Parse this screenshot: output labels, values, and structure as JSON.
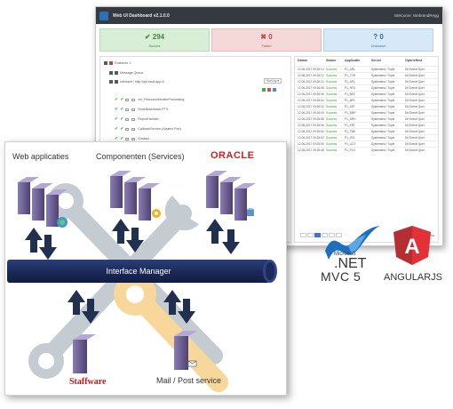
{
  "dashboard": {
    "title": "Web UI Dashboard v2.1.0.0",
    "user": "Welcome: WebrandRegg",
    "cards": [
      {
        "icon": "✔",
        "value": "294",
        "label": "Succes"
      },
      {
        "icon": "✖",
        "value": "0",
        "label": "Failed"
      },
      {
        "icon": "?",
        "value": "0",
        "label": "Unknown"
      }
    ],
    "tree": {
      "root": "Customer 1",
      "group": "Message Queue",
      "node": "Interface / http://api.local.app.nl",
      "select_label": "Sort by ▾",
      "items": [
        "xm_ResourceMonitorProcessing",
        "WorkflowInfrastr PTS",
        "ReportHandler",
        "CallbackService (Aviatrix Port)",
        "Contact",
        "XTM"
      ]
    },
    "table": {
      "headers": [
        "Datum",
        "Status",
        "Applicatie",
        "Server",
        "Opbrieftest"
      ],
      "rows": [
        [
          "12-06-2017 09:26:14",
          "Success",
          "P1_ARL",
          "Systemtest / Tuple",
          "Dit Eventt Quer"
        ],
        [
          "12-06-2017 09:26:12",
          "Success",
          "P1_TYR",
          "Systemtest / Tuple",
          "Dit Eventt Quer"
        ],
        [
          "12-06-2017 09:26:10",
          "Success",
          "P1_APL",
          "Systemtest / Tuple",
          "Dit Eventt Quer"
        ],
        [
          "12-06-2017 09:26:08",
          "Success",
          "P1_RTU",
          "Systemtest / Tuple",
          "Dit Eventt Quer"
        ],
        [
          "12-06-2017 09:26:06",
          "Success",
          "P1_BEZ",
          "Systemtest / Tuple",
          "Dit Eventt Quer"
        ],
        [
          "12-06-2017 09:26:04",
          "Success",
          "P1_MPL",
          "Systemtest / Tuple",
          "Dit Eventt Quer"
        ],
        [
          "12-06-2017 09:26:02",
          "Success",
          "P1_AST",
          "Systemtest / Tuple",
          "Dit Eventt Quer"
        ],
        [
          "12-06-2017 09:26:00",
          "Success",
          "P1_BMP",
          "Systemtest / Tuple",
          "Dit Eventt Quer"
        ],
        [
          "12-06-2017 09:25:58",
          "Success",
          "P1_ARH",
          "Systemtest / Tuple",
          "Dit Eventt Quer"
        ],
        [
          "12-06-2017 09:25:56",
          "Success",
          "P1_KRT",
          "Systemtest / Tuple",
          "Dit Eventt Quer"
        ],
        [
          "12-06-2017 09:25:54",
          "Success",
          "P1_TBK",
          "Systemtest / Tuple",
          "Dit Eventt Quer"
        ],
        [
          "12-06-2017 09:25:52",
          "Success",
          "P1_ZEL",
          "Systemtest / Tuple",
          "Dit Eventt Quer"
        ],
        [
          "12-06-2017 09:25:50",
          "Success",
          "P1_UOT",
          "Systemtest / Tuple",
          "Dit Eventt Quer"
        ],
        [
          "12-06-2017 09:25:48",
          "Success",
          "P1_PLO",
          "Systemtest / Tuple",
          "Dit Eventt Quer"
        ]
      ],
      "pager_info": "1 - 10 of 294 items"
    }
  },
  "diagram": {
    "label_web": "Web applicaties",
    "label_components": "Componenten (Services)",
    "label_oracle": "ORACLE",
    "label_interface": "Interface Manager",
    "label_staffware": "Staffware",
    "label_mail": "Mail / Post service",
    "icons": [
      "server-stack-icon",
      "arrow-up-icon",
      "arrow-down-icon",
      "wrench-icon",
      "globe-icon",
      "gear-icon",
      "database-icon",
      "envelope-icon"
    ],
    "colors": {
      "bar": "#1b2a5a",
      "arrow": "#22304f",
      "server": "#6b5d94",
      "wrench_grey": "#b8c0c6",
      "wrench_yellow": "#f8d483"
    }
  },
  "logos": {
    "net_small": "Microsoft",
    "net_big": ".NET",
    "mvc": "MVC 5",
    "angular": "ANGULARJS",
    "angular_letter": "A",
    "colors": {
      "net": "#1f6fbf",
      "angular": "#d9332f"
    }
  }
}
